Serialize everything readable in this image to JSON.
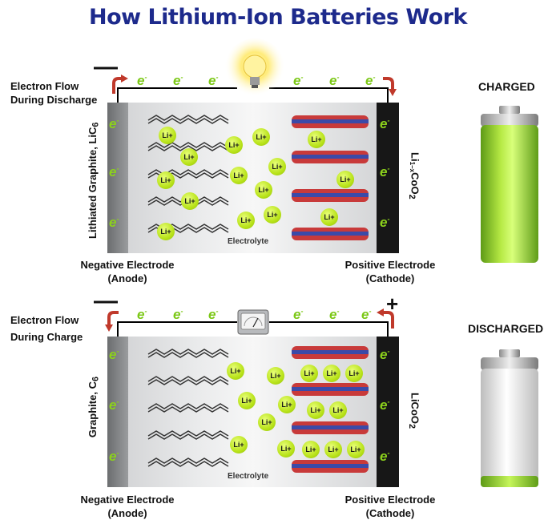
{
  "title": "How Lithium-Ion Batteries Work",
  "electron_symbol": "e",
  "li_label": "Li",
  "top": {
    "flow_label_1": "Electron Flow",
    "flow_label_2": "During Discharge",
    "neg_sign": "—",
    "anode_material": "Lithiated Graphite, LiC",
    "anode_material_sub": "6",
    "cathode_material": "Li",
    "cathode_material_sub": "1−x",
    "cathode_material_2": "CoO",
    "cathode_material_sub2": "2",
    "electrolyte": "Electrolyte",
    "neg_electrode_1": "Negative Electrode",
    "neg_electrode_2": "(Anode)",
    "pos_electrode_1": "Positive Electrode",
    "pos_electrode_2": "(Cathode)",
    "device": "light-bulb-icon"
  },
  "bottom": {
    "flow_label_1": "Electron Flow",
    "flow_label_2": "During Charge",
    "neg_sign": "—",
    "pos_sign": "+",
    "anode_material": "Graphite, C",
    "anode_material_sub": "6",
    "cathode_material": "LiCoO",
    "cathode_material_sub": "2",
    "electrolyte": "Electrolyte",
    "neg_electrode_1": "Negative Electrode",
    "neg_electrode_2": "(Anode)",
    "pos_electrode_1": "Positive Electrode",
    "pos_electrode_2": "(Cathode)",
    "device": "meter-icon"
  },
  "states": {
    "charged": "CHARGED",
    "discharged": "DISCHARGED"
  },
  "colors": {
    "title": "#1d2a8c",
    "wire_arrow": "#c0392b",
    "electron": "#8cd11c",
    "battery_full": "#8fd124",
    "battery_empty": "#eeeeee"
  }
}
